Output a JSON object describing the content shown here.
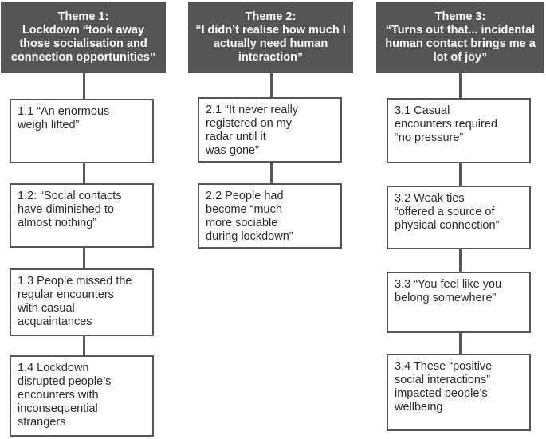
{
  "themes": [
    {
      "title": "Theme 1:\nLockdown “took away those socialisation and connection opportunities”",
      "subthemes": [
        "1.1 “An enormous\nweigh lifted”",
        "1.2: “Social contacts\nhave diminished to\nalmost nothing”",
        "1.3 People missed the\nregular encounters\nwith casual\nacquaintances",
        "1.4 Lockdown\ndisrupted people’s\nencounters with\ninconsequential\nstrangers"
      ]
    },
    {
      "title": "Theme 2:\n“I didn’t realise how much I actually need human interaction”",
      "subthemes": [
        "2.1 “It never really\nregistered on my\nradar until it\nwas gone”",
        "2.2 People had\nbecome “much\nmore sociable\nduring lockdown”"
      ]
    },
    {
      "title": "Theme 3:\n“Turns out that... incidental human contact brings me a lot of joy”",
      "subthemes": [
        "3.1 Casual\nencounters required\n“no pressure”",
        "3.2 Weak ties\n“offered a source of\nphysical connection”",
        "3.3 “You feel like you\nbelong somewhere”",
        "3.4 These “positive\nsocial interactions”\nimpacted people’s\nwellbeing"
      ]
    }
  ],
  "colors": {
    "header_background": "#555555",
    "header_text": "#ffffff",
    "box_border": "#555555",
    "connector": "#555555"
  }
}
